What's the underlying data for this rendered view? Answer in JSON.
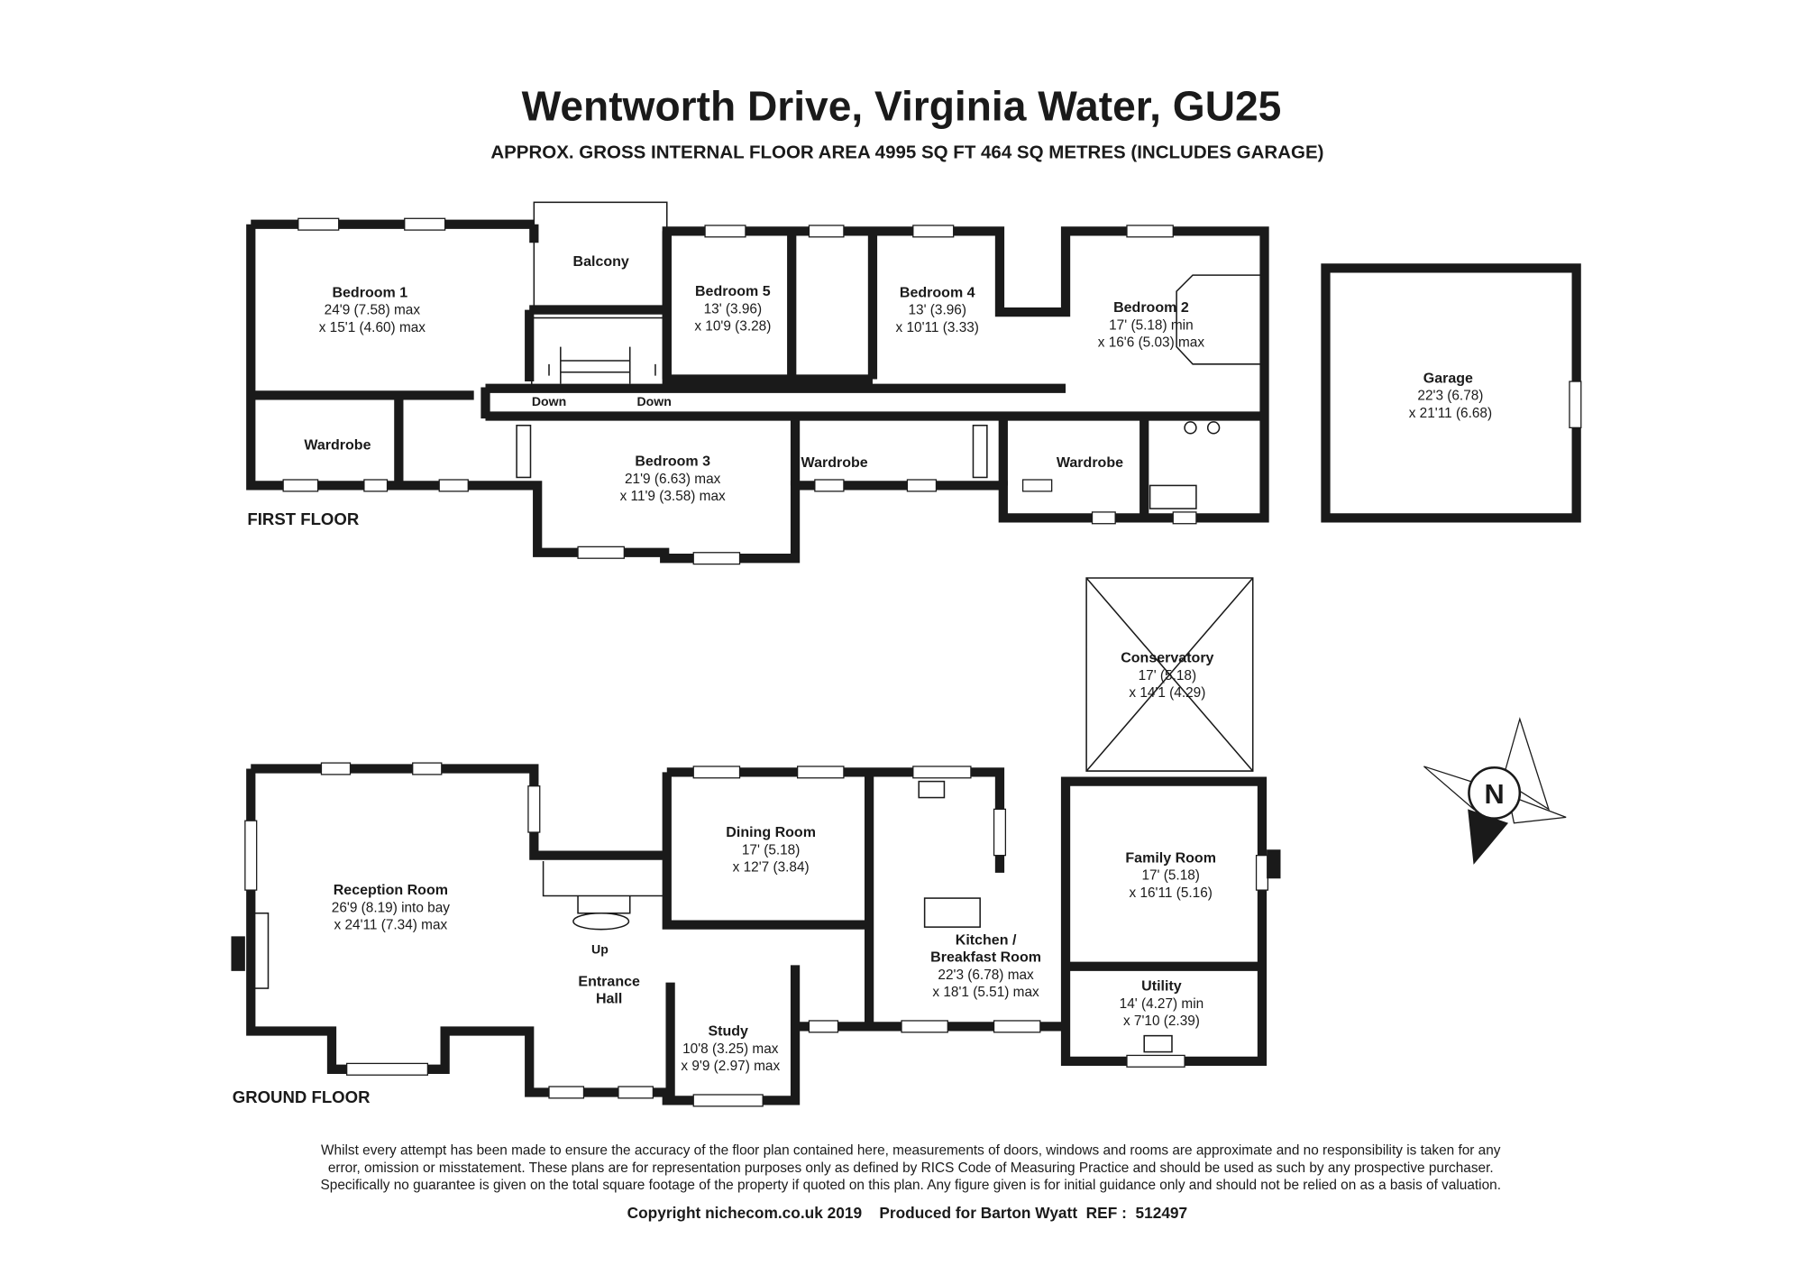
{
  "title": "Wentworth Drive, Virginia Water, GU25",
  "subtitle": "APPROX. GROSS INTERNAL FLOOR AREA 4995 SQ FT 464 SQ METRES (INCLUDES GARAGE)",
  "floors": {
    "first": "FIRST FLOOR",
    "ground": "GROUND FLOOR"
  },
  "rooms": {
    "bedroom1": {
      "name": "Bedroom 1",
      "d1": "24'9 (7.58) max",
      "d2": "x 15'1 (4.60) max"
    },
    "balcony": {
      "name": "Balcony"
    },
    "bedroom5": {
      "name": "Bedroom 5",
      "d1": "13' (3.96)",
      "d2": "x 10'9 (3.28)"
    },
    "bedroom4": {
      "name": "Bedroom 4",
      "d1": "13' (3.96)",
      "d2": "x 10'11 (3.33)"
    },
    "bedroom2": {
      "name": "Bedroom 2",
      "d1": "17' (5.18) min",
      "d2": "x 16'6 (5.03) max"
    },
    "bedroom3": {
      "name": "Bedroom 3",
      "d1": "21'9 (6.63) max",
      "d2": "x 11'9 (3.58) max"
    },
    "wardrobe1": {
      "name": "Wardrobe"
    },
    "wardrobe2": {
      "name": "Wardrobe"
    },
    "wardrobe3": {
      "name": "Wardrobe"
    },
    "garage": {
      "name": "Garage",
      "d1": "22'3 (6.78)",
      "d2": "x 21'11 (6.68)"
    },
    "conservatory": {
      "name": "Conservatory",
      "d1": "17' (5.18)",
      "d2": "x 14'1 (4.29)"
    },
    "reception": {
      "name": "Reception Room",
      "d1": "26'9 (8.19) into bay",
      "d2": "x 24'11 (7.34) max"
    },
    "dining": {
      "name": "Dining Room",
      "d1": "17' (5.18)",
      "d2": "x 12'7 (3.84)"
    },
    "kitchen": {
      "name1": "Kitchen /",
      "name2": "Breakfast Room",
      "d1": "22'3 (6.78) max",
      "d2": "x 18'1 (5.51) max"
    },
    "family": {
      "name": "Family Room",
      "d1": "17' (5.18)",
      "d2": "x 16'11 (5.16)"
    },
    "utility": {
      "name": "Utility",
      "d1": "14' (4.27) min",
      "d2": "x 7'10 (2.39)"
    },
    "hall": {
      "name1": "Entrance",
      "name2": "Hall"
    },
    "study": {
      "name": "Study",
      "d1": "10'8 (3.25) max",
      "d2": "x 9'9 (2.97) max"
    }
  },
  "stairs": {
    "down1": "Down",
    "down2": "Down",
    "up": "Up"
  },
  "compass": "N",
  "disclaimer": [
    "Whilst every attempt has been made to ensure the accuracy of the floor plan contained here, measurements of doors, windows and rooms are approximate and no responsibility is taken for any",
    "error, omission or misstatement. These plans are for representation purposes only as defined by RICS Code of Measuring Practice and should be used as such by any prospective purchaser.",
    "Specifically no guarantee is given on the total square footage of the property if quoted on this plan. Any figure given is for initial guidance only and should not be relied on as a basis of valuation."
  ],
  "copyright": "Copyright nichecom.co.uk 2019    Produced for Barton Wyatt  REF :  512497"
}
